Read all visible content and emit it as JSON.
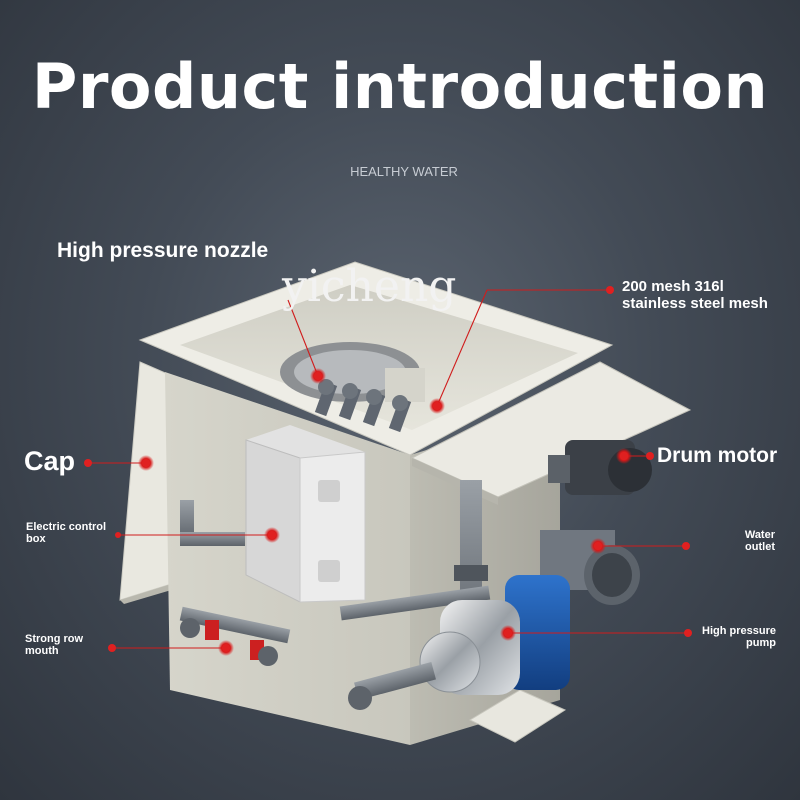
{
  "title": "Product introduction",
  "tagline": "HEALTHY WATER",
  "watermark": "yicheng",
  "labels": {
    "nozzle": "High pressure nozzle",
    "mesh": "200 mesh 316l stainless steel mesh",
    "cap": "Cap",
    "drum_motor": "Drum motor",
    "control_box": "Electric control box",
    "water_outlet": "Water outlet",
    "inlet": "Strong row mouth",
    "pump": "High pressure pump"
  },
  "colors": {
    "background": "#434b56",
    "marker": "#e02020",
    "text": "#ffffff",
    "tank": "#d9d9cf",
    "pipe": "#7d8389",
    "pump_motor": "#1f5fb8"
  },
  "icons": [
    "marker-dot-icon"
  ]
}
